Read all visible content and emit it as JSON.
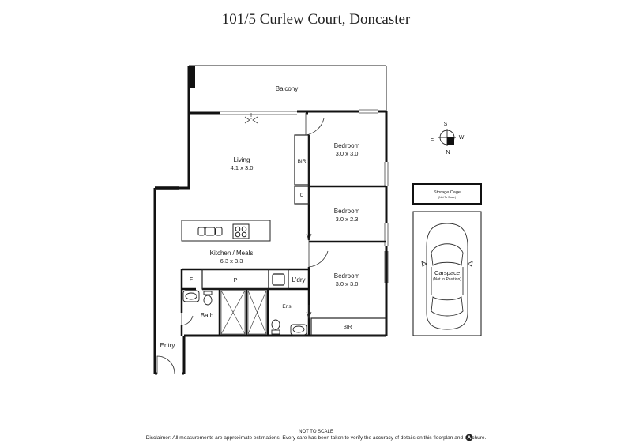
{
  "title": "101/5 Curlew Court, Doncaster",
  "rooms": {
    "balcony": "Balcony",
    "living": "Living",
    "living_dim": "4.1 x 3.0",
    "bedroom1": "Bedroom",
    "bedroom1_dim": "3.0 x 3.0",
    "bir1": "BIR",
    "cupboard": "C",
    "bedroom2": "Bedroom",
    "bedroom2_dim": "3.0 x 2.3",
    "kitchen": "Kitchen / Meals",
    "kitchen_dim": "6.3 x 3.3",
    "fridge": "F",
    "pantry": "P",
    "laundry": "L'dry",
    "bedroom3": "Bedroom",
    "bedroom3_dim": "3.0 x 3.0",
    "ensuite": "Ens",
    "bath": "Bath",
    "bir2": "BIR",
    "entry": "Entry"
  },
  "storage": {
    "label": "Storage Cage",
    "sub": "(Not To Scale)"
  },
  "carspace": {
    "label": "Carspace",
    "sub": "(Not In Position)"
  },
  "compass": {
    "n": "N",
    "s": "S",
    "e": "E",
    "w": "W"
  },
  "footer": {
    "scale_note": "NOT TO SCALE",
    "disclaimer": "Disclaimer: All measurements are approximate estimations. Every care has been taken to verify the accuracy of details on this floorplan and brochure."
  }
}
